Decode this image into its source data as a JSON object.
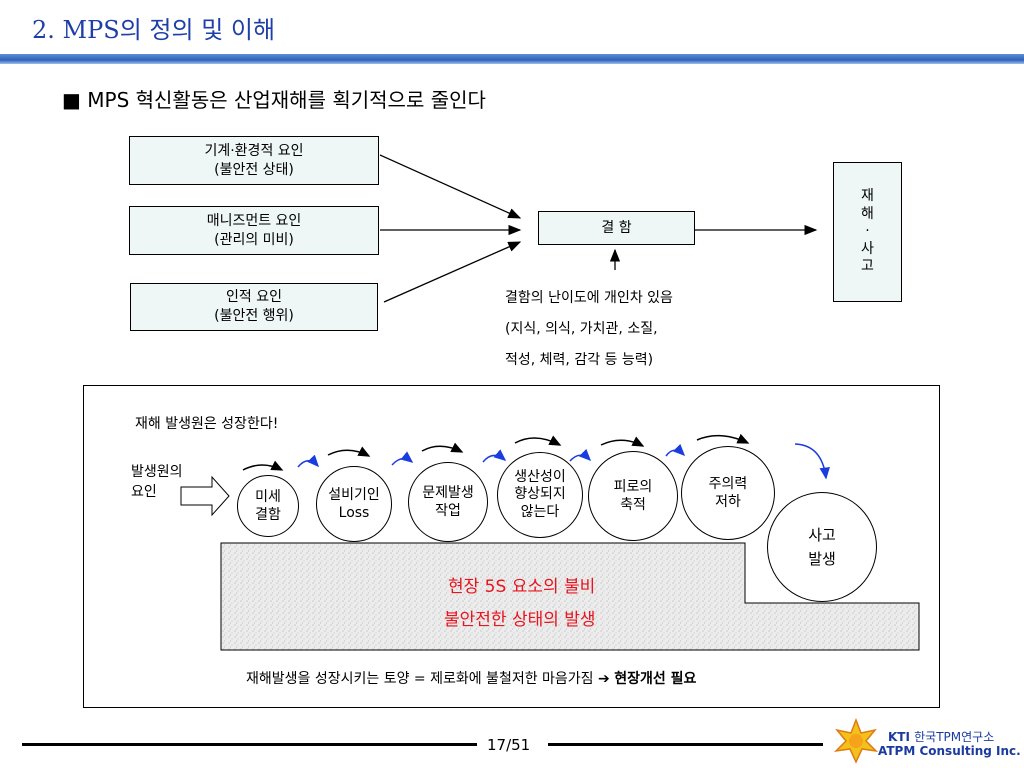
{
  "slide": {
    "title": "2. MPS의 정의 및 이해",
    "subtitle": "■ MPS 혁신활동은 산업재해를 획기적으로 줄인다"
  },
  "flow": {
    "factor1": [
      "기계·환경적 요인",
      "(불안전 상태)"
    ],
    "factor2": [
      "매니즈먼트 요인",
      "(관리의 미비)"
    ],
    "factor3": [
      "인적 요인",
      "(불안전 행위)"
    ],
    "defect": "결 함",
    "accident_chars": [
      "재",
      "해",
      "·",
      "사",
      "고"
    ],
    "note": [
      "결함의 난이도에 개인차 있음",
      "(지식, 의식, 가치관, 소질,",
      "적성, 체력, 감각 등 능력)"
    ]
  },
  "growth": {
    "heading": "재해 발생원은 성장한다!",
    "origin_label": [
      "발생원의",
      "요인"
    ],
    "stages": [
      [
        "미세",
        "결함"
      ],
      [
        "설비기인",
        "Loss"
      ],
      [
        "문제발생",
        "작업"
      ],
      [
        "생산성이",
        "향상되지",
        "않는다"
      ],
      [
        "피로의",
        "축적"
      ],
      [
        "주의력",
        "저하"
      ],
      [
        "사고",
        "발생"
      ]
    ],
    "ground_text": [
      "현장 5S 요소의 불비",
      "불안전한 상태의 발생"
    ],
    "conclusion": "재해발생을 성장시키는 토양 = 제로화에 불철저한 마음가짐",
    "conclusion_bold": "현장개선 필요",
    "arrow_colors": {
      "black": "#000000",
      "blue": "#1a3de0"
    }
  },
  "footer": {
    "page": "17/51",
    "brand_line1_a": "KTI",
    "brand_line1_b": "한국TPM연구소",
    "brand_line2": "ATPM Consulting Inc."
  },
  "colors": {
    "title": "#1f3fa8",
    "box_fill": "#eef6f6",
    "red_text": "#e8141e",
    "brand": "#1b3aa0"
  }
}
